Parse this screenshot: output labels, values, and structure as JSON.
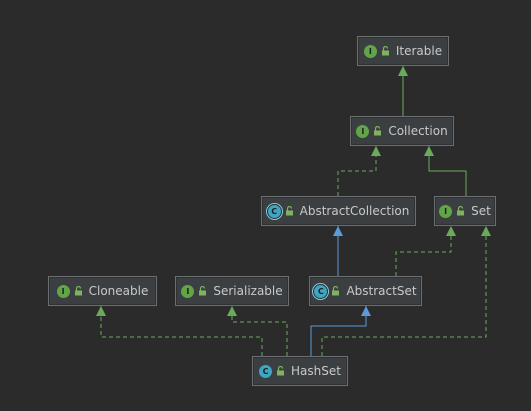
{
  "colors": {
    "background": "#2b2b2b",
    "interface_badge": "#62a548",
    "class_badge": "#3fa6c2",
    "extends_interface_edge": "#6aab5b",
    "extends_class_edge": "#5b9bd8"
  },
  "nodes": {
    "iterable": {
      "label": "Iterable",
      "badge": "I",
      "icon": "interface-icon"
    },
    "collection": {
      "label": "Collection",
      "badge": "I",
      "icon": "interface-icon"
    },
    "abstract_collection": {
      "label": "AbstractCollection",
      "badge": "C",
      "icon": "abstract-class-icon"
    },
    "set": {
      "label": "Set",
      "badge": "I",
      "icon": "interface-icon"
    },
    "cloneable": {
      "label": "Cloneable",
      "badge": "I",
      "icon": "interface-icon"
    },
    "serializable": {
      "label": "Serializable",
      "badge": "I",
      "icon": "interface-icon"
    },
    "abstract_set": {
      "label": "AbstractSet",
      "badge": "C",
      "icon": "abstract-class-icon"
    },
    "hash_set": {
      "label": "HashSet",
      "badge": "C",
      "icon": "class-icon"
    }
  }
}
